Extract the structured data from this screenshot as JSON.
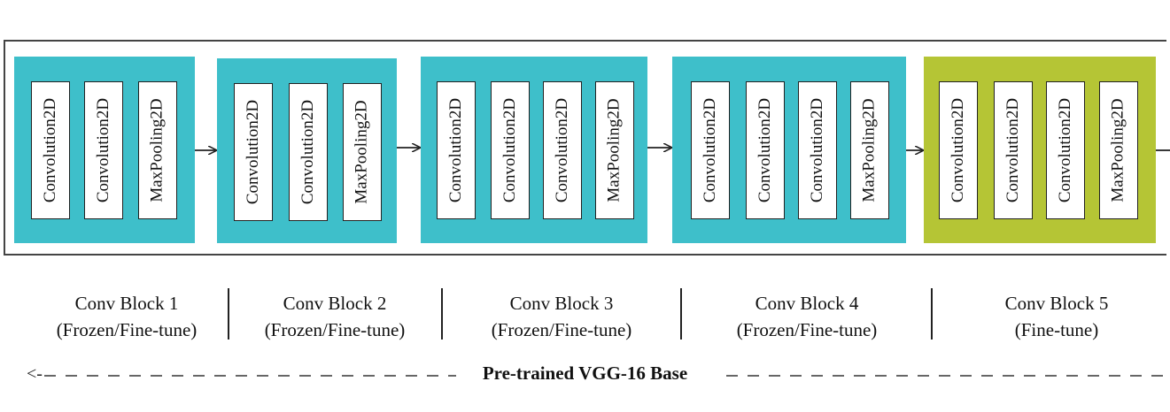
{
  "layer_name_conv": "Convolution2D",
  "layer_name_pool": "MaxPooling2D",
  "blocks": [
    {
      "title": "Conv Block 1",
      "status": "(Frozen/Fine-tune)",
      "color": "#3ebfca",
      "layers": [
        "Convolution2D",
        "Convolution2D",
        "MaxPooling2D"
      ]
    },
    {
      "title": "Conv Block 2",
      "status": "(Frozen/Fine-tune)",
      "color": "#3ebfca",
      "layers": [
        "Convolution2D",
        "Convolution2D",
        "MaxPooling2D"
      ]
    },
    {
      "title": "Conv Block 3",
      "status": "(Frozen/Fine-tune)",
      "color": "#3ebfca",
      "layers": [
        "Convolution2D",
        "Convolution2D",
        "Convolution2D",
        "MaxPooling2D"
      ]
    },
    {
      "title": "Conv Block 4",
      "status": "(Frozen/Fine-tune)",
      "color": "#3ebfca",
      "layers": [
        "Convolution2D",
        "Convolution2D",
        "Convolution2D",
        "MaxPooling2D"
      ]
    },
    {
      "title": "Conv Block 5",
      "status": "(Fine-tune)",
      "color": "#b5c535",
      "layers": [
        "Convolution2D",
        "Convolution2D",
        "Convolution2D",
        "MaxPooling2D"
      ]
    }
  ],
  "base_label": "Pre-trained VGG-16 Base",
  "arrow_left_glyph": "<-"
}
